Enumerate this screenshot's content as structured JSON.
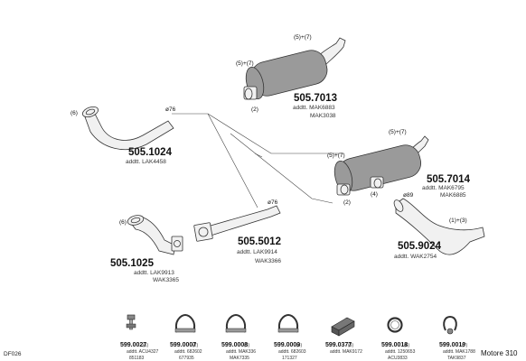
{
  "diagram": {
    "doc_code": "DF026",
    "engine": "Motore 310",
    "parts": [
      {
        "id": "p1",
        "code": "505.7013",
        "notes": [
          "addtt. MAK6883",
          "MAK3038"
        ],
        "qty": [
          "(5)+(7)",
          "(5)+(7)",
          "(2)"
        ]
      },
      {
        "id": "p2",
        "code": "505.1024",
        "notes": [
          "addtt. LAK4458"
        ],
        "qty": [
          "(6)"
        ],
        "dia": "ø76"
      },
      {
        "id": "p3",
        "code": "505.7014",
        "notes": [
          "addtt. MAK6795",
          "MAK6885"
        ],
        "qty": [
          "(5)+(7)",
          "(5)+(7)",
          "(2)",
          "(4)"
        ]
      },
      {
        "id": "p4",
        "code": "505.5012",
        "notes": [
          "addtt. LAK9914",
          "WAK3366"
        ],
        "dia": "ø76"
      },
      {
        "id": "p5",
        "code": "505.1025",
        "notes": [
          "addtt. LAK9913",
          "WAK3365"
        ],
        "qty": [
          "(6)"
        ]
      },
      {
        "id": "p6",
        "code": "505.9024",
        "notes": [
          "addtt. WAK2754"
        ],
        "qty": [
          "(1)+(3)"
        ],
        "dia": "ø89"
      }
    ],
    "fittings": [
      {
        "code": "599.0027",
        "n": "(1)",
        "notes": [
          "addtt. ACU4327",
          "851183"
        ],
        "icon": "bolt-icon"
      },
      {
        "code": "599.0007",
        "n": "(2)",
        "notes": [
          "addtt. 682602",
          "677935"
        ],
        "icon": "clamp-icon"
      },
      {
        "code": "599.0008",
        "n": "(3)",
        "notes": [
          "addtt. MAK336",
          "MAK7335"
        ],
        "icon": "clamp-icon"
      },
      {
        "code": "599.0009",
        "n": "(4)",
        "notes": [
          "addtt. 682603",
          "171327"
        ],
        "icon": "clamp-icon"
      },
      {
        "code": "599.0377",
        "n": "(5)",
        "notes": [
          "addtt. MAK9172"
        ],
        "icon": "bracket-icon"
      },
      {
        "code": "599.0018",
        "n": "(6)",
        "notes": [
          "addtt. 1250653",
          "ACU3833"
        ],
        "icon": "ring-icon"
      },
      {
        "code": "599.0019",
        "n": "(7)",
        "notes": [
          "addtt. MAK1788",
          "TAK9837"
        ],
        "icon": "hanger-icon"
      }
    ]
  }
}
